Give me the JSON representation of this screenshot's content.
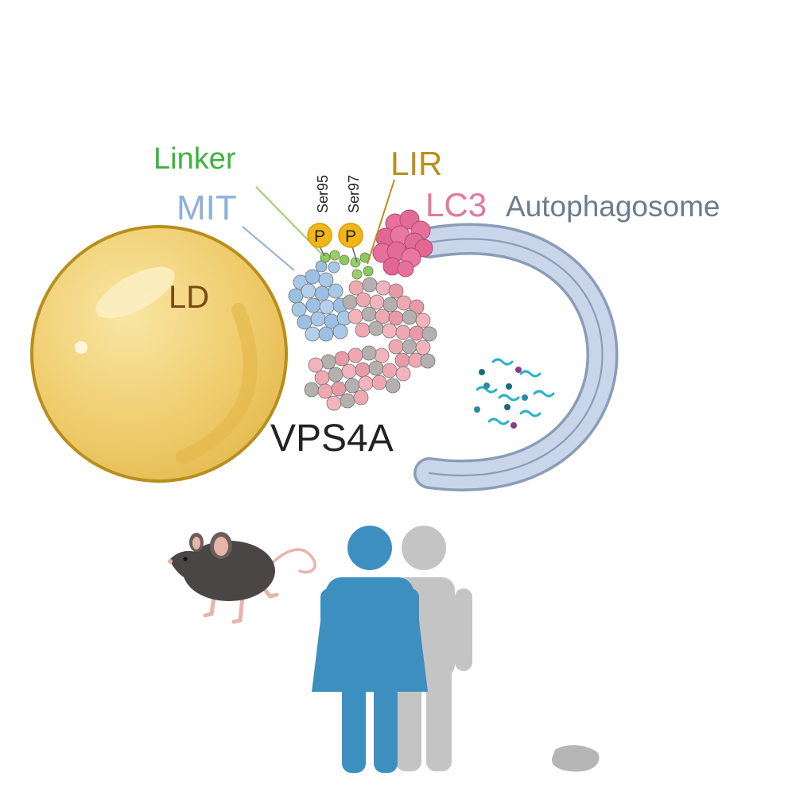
{
  "labels": {
    "linker": "Linker",
    "mit": "MIT",
    "lir": "LIR",
    "lc3": "LC3",
    "autophagosome": "Autophagosome",
    "ld": "LD",
    "vps4a": "VPS4A",
    "ser95": "Ser95",
    "ser97": "Ser97",
    "phospho1": "P",
    "phospho2": "P"
  },
  "colors": {
    "linker": "#3cb43c",
    "mit": "#8fb0d8",
    "lir": "#b8901a",
    "lc3": "#e07a9a",
    "autophagosome": "#6a7d8f",
    "ld_text": "#7a4a14",
    "ld_fill": "#f0cd6e",
    "ld_edge": "#b88e1c",
    "vps4a": "#222222",
    "phospho": "#f2b618",
    "membrane_fill": "#c9d6ea",
    "membrane_edge": "#8a9cb8",
    "female_figure": "#3d8fc0",
    "male_figure": "#c4c4c4",
    "mouse": "#4a4645",
    "mouse_pink": "#e7b4aa"
  },
  "icons": [
    "mouse-icon",
    "female-person-icon",
    "male-person-icon",
    "lipid-droplet",
    "autophagosome-membrane",
    "lc3-protein",
    "vps4a-protein"
  ]
}
